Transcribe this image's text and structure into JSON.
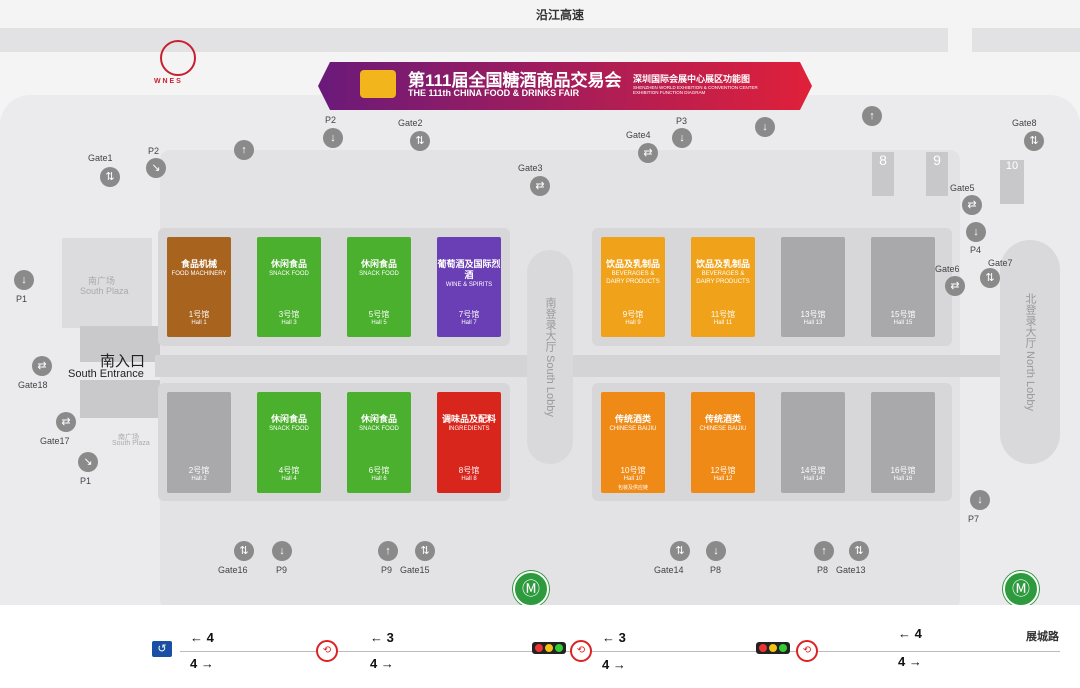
{
  "roads": {
    "north": "沿江高速",
    "east": "展城路"
  },
  "compass": {
    "letters": "W N E S"
  },
  "banner": {
    "title_cn": "第111届全国糖酒商品交易会",
    "title_en": "THE 111th CHINA FOOD & DRINKS FAIR",
    "sub_cn": "深圳国际会展中心展区功能图",
    "sub_en": "SHENZHEN WORLD EXHIBITION & CONVENTION CENTER EXHIBITION FUNCTION DIAGRAM"
  },
  "plazas": {
    "south_plaza_cn": "南广场",
    "south_plaza_en": "South Plaza",
    "south_plaza2_cn": "南广场",
    "south_plaza2_en": "South Plaza",
    "south_entrance_cn": "南入口",
    "south_entrance_en": "South Entrance"
  },
  "lobbies": {
    "south": "南登录大厅 South Lobby",
    "south2": "南登录大厅 South Lobby",
    "north": "北登录大厅 North Lobby",
    "north2": "北登录大厅 North Lobby"
  },
  "halls": [
    {
      "cn": "食品机械",
      "en": "FOOD MACHINERY",
      "num": "1号馆",
      "hen": "Hall 1",
      "color": "#a8631f"
    },
    {
      "cn": "",
      "en": "",
      "num": "2号馆",
      "hen": "Hall 2",
      "color": "#a9a9ab"
    },
    {
      "cn": "休闲食品",
      "en": "SNACK FOOD",
      "num": "3号馆",
      "hen": "Hall 3",
      "color": "#4bb02e"
    },
    {
      "cn": "休闲食品",
      "en": "SNACK FOOD",
      "num": "4号馆",
      "hen": "Hall 4",
      "color": "#4bb02e"
    },
    {
      "cn": "休闲食品",
      "en": "SNACK FOOD",
      "num": "5号馆",
      "hen": "Hall 5",
      "color": "#4bb02e"
    },
    {
      "cn": "休闲食品",
      "en": "SNACK FOOD",
      "num": "6号馆",
      "hen": "Hall 6",
      "color": "#4bb02e"
    },
    {
      "cn": "葡萄酒及国际烈酒",
      "en": "WINE & SPIRITS",
      "num": "7号馆",
      "hen": "Hall 7",
      "color": "#6a3fb5"
    },
    {
      "cn": "调味品及配料",
      "en": "INGREDIENTS",
      "num": "8号馆",
      "hen": "Hall 8",
      "color": "#d9261c"
    },
    {
      "cn": "饮品及乳制品",
      "en": "BEVERAGES & DAIRY PRODUCTS",
      "num": "9号馆",
      "hen": "Hall 9",
      "color": "#f0a21a"
    },
    {
      "cn": "传统酒类",
      "en": "CHINESE BAIJIU",
      "num": "10号馆",
      "hen": "Hall 10",
      "note": "包装及供应链",
      "color": "#ef8a17"
    },
    {
      "cn": "饮品及乳制品",
      "en": "BEVERAGES & DAIRY PRODUCTS",
      "num": "11号馆",
      "hen": "Hall 11",
      "color": "#f0a21a"
    },
    {
      "cn": "传统酒类",
      "en": "CHINESE BAIJIU",
      "num": "12号馆",
      "hen": "Hall 12",
      "color": "#ef8a17"
    },
    {
      "cn": "",
      "en": "",
      "num": "13号馆",
      "hen": "Hall 13",
      "color": "#a9a9ab"
    },
    {
      "cn": "",
      "en": "",
      "num": "14号馆",
      "hen": "Hall 14",
      "color": "#a9a9ab"
    },
    {
      "cn": "",
      "en": "",
      "num": "15号馆",
      "hen": "Hall 15",
      "color": "#a9a9ab"
    },
    {
      "cn": "",
      "en": "",
      "num": "16号馆",
      "hen": "Hall 16",
      "color": "#a9a9ab"
    }
  ],
  "small_halls": {
    "h8": "8",
    "h9": "9",
    "h10": "10"
  },
  "gates": {
    "gate1": "Gate1",
    "gate2": "Gate2",
    "gate3": "Gate3",
    "gate4": "Gate4",
    "gate5": "Gate5",
    "gate6": "Gate6",
    "gate7": "Gate7",
    "gate8": "Gate8",
    "gate13": "Gate13",
    "gate14": "Gate14",
    "gate15": "Gate15",
    "gate16": "Gate16",
    "gate17": "Gate17",
    "gate18": "Gate18"
  },
  "parking": {
    "p1a": "P1",
    "p1b": "P1",
    "p2a": "P2",
    "p2b": "P2",
    "p3": "P3",
    "p4": "P4",
    "p7": "P7",
    "p8a": "P8",
    "p8b": "P8",
    "p9a": "P9",
    "p9b": "P9"
  },
  "lanes": {
    "l1": "4",
    "l2": "4",
    "l3": "3",
    "l4": "4",
    "l5": "3",
    "l6": "4",
    "l7": "4",
    "l8": "4"
  },
  "colors": {
    "metro": "#2d9a3e",
    "banner_start": "#6a1a7a",
    "banner_end": "#e0203a"
  }
}
